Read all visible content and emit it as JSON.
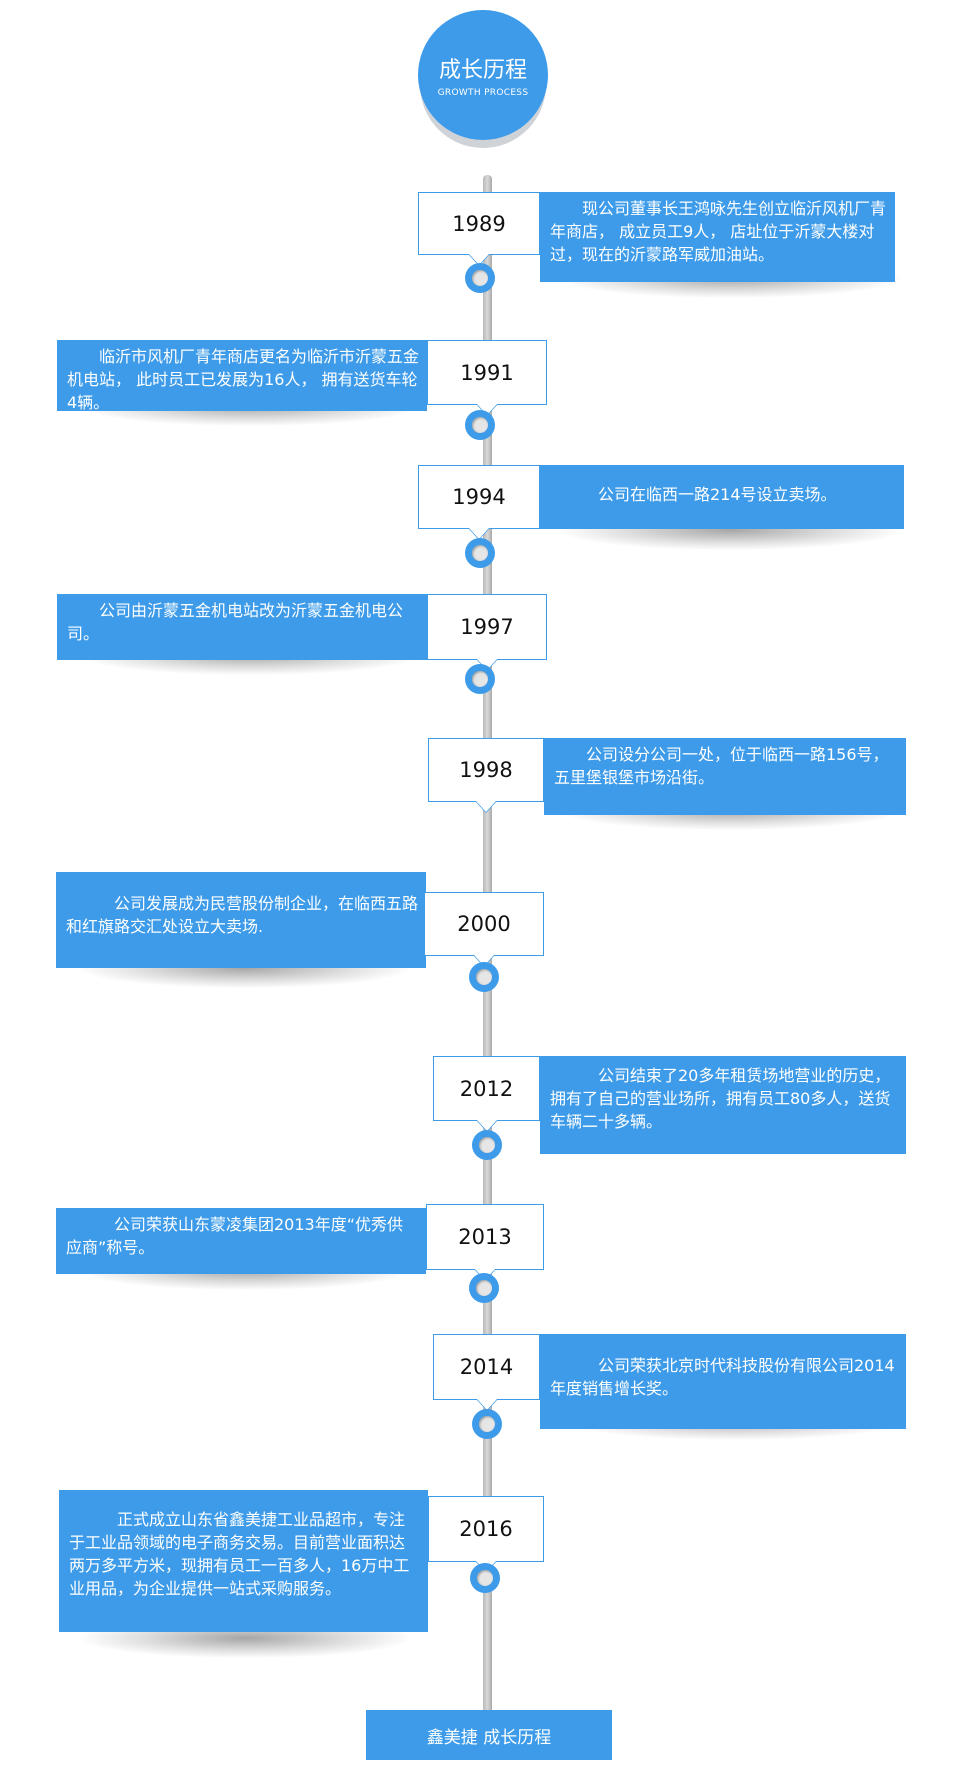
{
  "header": {
    "title": "成长历程",
    "subtitle": "GROWTH PROCESS"
  },
  "timeline": [
    {
      "year": "1989",
      "text": "现公司董事长王鸿咏先生创立临沂风机厂青年商店， 成立员工9人， 店址位于沂蒙大楼对过，现在的沂蒙路军威加油站。",
      "side": "right"
    },
    {
      "year": "1991",
      "text": "临沂市风机厂青年商店更名为临沂市沂蒙五金机电站， 此时员工已发展为16人， 拥有送货车轮4辆。",
      "side": "left"
    },
    {
      "year": "1994",
      "text": "公司在临西一路214号设立卖场。",
      "side": "right"
    },
    {
      "year": "1997",
      "text": "公司由沂蒙五金机电站改为沂蒙五金机电公司。",
      "side": "left"
    },
    {
      "year": "1998",
      "text": "公司设分公司一处，位于临西一路156号，五里堡银堡市场沿街。",
      "side": "right"
    },
    {
      "year": "2000",
      "text": "公司发展成为民营股份制企业，在临西五路和红旗路交汇处设立大卖场.",
      "side": "left"
    },
    {
      "year": "2012",
      "text": "公司结束了20多年租赁场地营业的历史，拥有了自己的营业场所，拥有员工80多人，送货车辆二十多辆。",
      "side": "right"
    },
    {
      "year": "2013",
      "text": "公司荣获山东蒙凌集团2013年度“优秀供应商”称号。",
      "side": "left"
    },
    {
      "year": "2014",
      "text": "公司荣获北京时代科技股份有限公司2014年度销售增长奖。",
      "side": "right"
    },
    {
      "year": "2016",
      "text": "正式成立山东省鑫美捷工业品超市，专注于工业品领域的电子商务交易。目前营业面积达两万多平方米，现拥有员工一百多人，16万中工业用品，为企业提供一站式采购服务。",
      "side": "left"
    }
  ],
  "footer": {
    "label": "鑫美捷  成长历程"
  },
  "colors": {
    "accent": "#3d9be9",
    "axis": "#c0c0c0"
  }
}
